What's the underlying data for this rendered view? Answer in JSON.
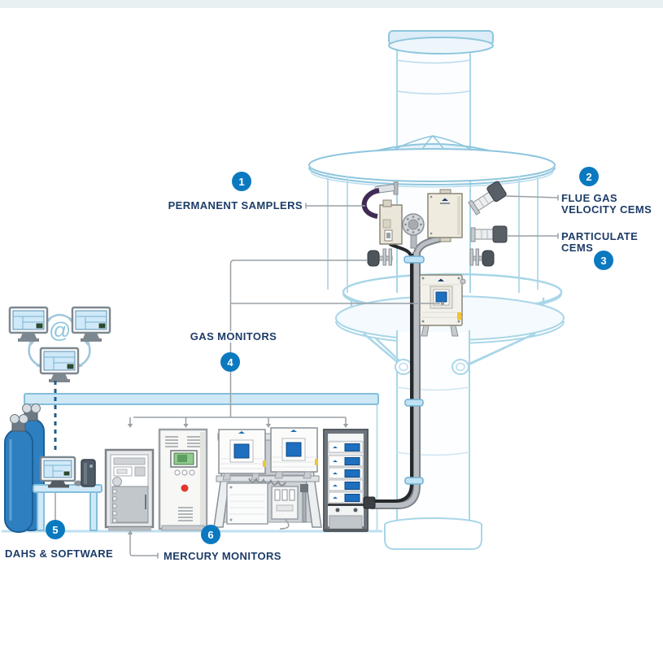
{
  "callouts": {
    "permanent_samplers": {
      "badge": "1",
      "label": "PERMANENT SAMPLERS"
    },
    "flue_gas_velocity_cems": {
      "badge": "2",
      "label": "FLUE GAS\nVELOCITY CEMS"
    },
    "particulate_cems": {
      "badge": "3",
      "label": "PARTICULATE CEMS"
    },
    "gas_monitors": {
      "badge": "4",
      "label": "GAS MONITORS"
    },
    "dahs_software": {
      "badge": "5",
      "label": "DAHS & SOFTWARE"
    },
    "mercury_monitors": {
      "badge": "6",
      "label": "MERCURY MONITORS"
    }
  },
  "network": {
    "at_symbol": "@"
  },
  "colors": {
    "badge_blue": "#0b79c0",
    "label_navy": "#1d3c68",
    "line_blue": "#8ec6dd",
    "connector_gray": "#9aa0a6",
    "cylinder_blue": "#2e7fc0",
    "screen_blue": "#1e6fc0",
    "alarm_red": "#e2372b",
    "display_green": "#8fca8f",
    "hose_purple": "#3f2b54",
    "top_strip": "#e8f1f1"
  }
}
